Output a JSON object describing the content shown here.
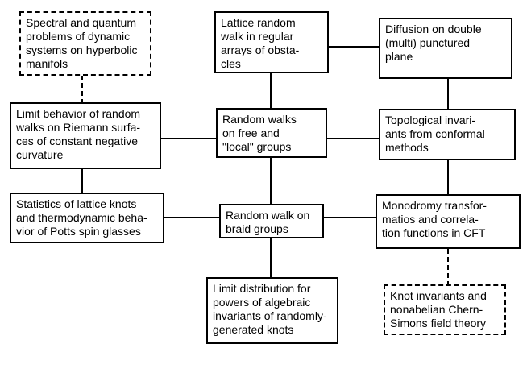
{
  "nodes": {
    "spectral": {
      "lines": [
        "Spectral and quantum",
        "problems of dynamic",
        "systems on hyperbolic",
        "manifols"
      ]
    },
    "lattice_walk": {
      "lines": [
        "Lattice random",
        "walk in regular",
        "arrays of obsta-",
        "cles"
      ]
    },
    "diffusion": {
      "lines": [
        "Diffusion on double",
        "(multi) punctured",
        "plane"
      ]
    },
    "limit_behavior": {
      "lines": [
        "Limit behavior of random",
        "walks on Riemann surfa-",
        "ces of constant negative",
        "curvature"
      ]
    },
    "free_groups": {
      "lines": [
        "Random walks",
        "on free and",
        "\"local\" groups"
      ]
    },
    "topological": {
      "lines": [
        "Topological invari-",
        "ants from conformal",
        "methods"
      ]
    },
    "lattice_knots": {
      "lines": [
        "Statistics of lattice knots",
        "and thermodynamic beha-",
        "vior of Potts spin glasses"
      ]
    },
    "braid": {
      "lines": [
        "Random walk on",
        "braid groups"
      ]
    },
    "monodromy": {
      "lines": [
        "Monodromy transfor-",
        "matios and correla-",
        "tion functions in CFT"
      ]
    },
    "limit_distribution": {
      "lines": [
        "Limit distribution for",
        "powers of algebraic",
        "invariants of randomly-",
        "generated knots"
      ]
    },
    "knot_invariants": {
      "lines": [
        "Knot invariants and",
        "nonabelian Chern-",
        "Simons field theory"
      ]
    }
  }
}
